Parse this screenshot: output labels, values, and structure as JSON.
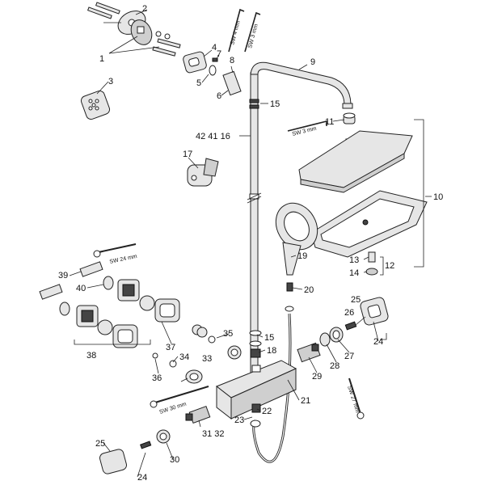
{
  "callouts": {
    "c1": "1",
    "c2": "2",
    "c3": "3",
    "c4": "4",
    "c5": "5",
    "c6": "6",
    "c7": "7",
    "c8": "8",
    "c9": "9",
    "c10": "10",
    "c11": "11",
    "c12": "12",
    "c13": "13",
    "c14": "14",
    "c15a": "15",
    "c15b": "15",
    "c16": "42 41 16",
    "c17": "17",
    "c18": "18",
    "c19": "19",
    "c20": "20",
    "c21": "21",
    "c22": "22",
    "c23": "23",
    "c24a": "24",
    "c24b": "24",
    "c25a": "25",
    "c25b": "25",
    "c26": "26",
    "c27": "27",
    "c28": "28",
    "c29": "29",
    "c30": "30",
    "c3132": "31 32",
    "c33": "33",
    "c34": "34",
    "c35": "35",
    "c36": "36",
    "c37": "37",
    "c38": "38",
    "c39": "39",
    "c40": "40"
  },
  "tools": {
    "sw4": "SW 4 mm",
    "sw3a": "SW 3 mm",
    "sw3b": "SW 3 mm",
    "sw24": "SW 24 mm",
    "sw30": "SW 30 mm",
    "sw27": "SW 27 mm"
  }
}
